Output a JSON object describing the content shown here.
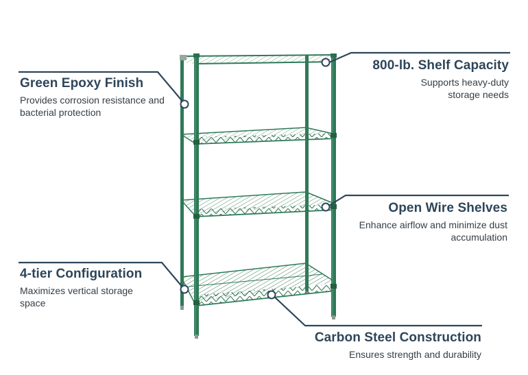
{
  "colors": {
    "line": "#2e4559",
    "title_text": "#2e4559",
    "desc_text": "#333d45",
    "shelf_green": "#2e7a58",
    "shelf_green_dark": "#1f5e42",
    "background": "#ffffff"
  },
  "product": {
    "name": "4-tier green epoxy wire shelving unit",
    "tiers": 4
  },
  "callouts": [
    {
      "id": "green-epoxy-finish",
      "title": "Green Epoxy Finish",
      "description": "Provides corrosion resistance and bacterial protection",
      "side": "left"
    },
    {
      "id": "shelf-capacity",
      "title": "800-lb. Shelf Capacity",
      "description": "Supports heavy-duty storage needs",
      "side": "right"
    },
    {
      "id": "open-wire-shelves",
      "title": "Open Wire Shelves",
      "description": "Enhance airflow and minimize dust accumulation",
      "side": "right"
    },
    {
      "id": "four-tier-configuration",
      "title": "4-tier Configuration",
      "description": "Maximizes vertical storage space",
      "side": "left"
    },
    {
      "id": "carbon-steel-construction",
      "title": "Carbon Steel Construction",
      "description": "Ensures strength and durability",
      "side": "right"
    }
  ]
}
